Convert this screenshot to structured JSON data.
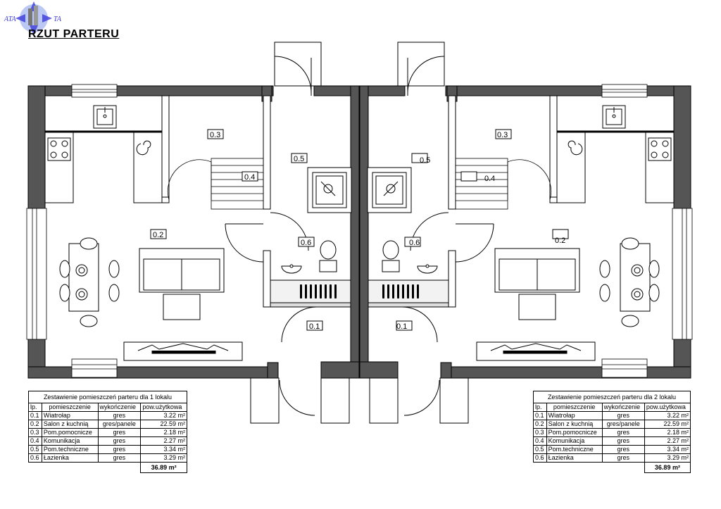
{
  "title": "RZUT PARTERU",
  "logo": {
    "left_text": "ATA",
    "right_text": "TA"
  },
  "room_labels": [
    "0.1",
    "0.2",
    "0.3",
    "0.4",
    "0.5",
    "0.6"
  ],
  "table1": {
    "caption": "Zestawienie pomieszczeń parteru dla 1 lokalu",
    "headers": [
      "lp.",
      "pomieszczenie",
      "wykończenie",
      "pow.użytkowa"
    ],
    "rows": [
      {
        "lp": "0.1",
        "name": "Wiatrołap",
        "finish": "gres",
        "area": "3.22 m²"
      },
      {
        "lp": "0.2",
        "name": "Salon z kuchnią",
        "finish": "gres/panele",
        "area": "22.59 m²"
      },
      {
        "lp": "0.3",
        "name": "Pom.pomocnicze",
        "finish": "gres",
        "area": "2.18 m²"
      },
      {
        "lp": "0.4",
        "name": "Komunikacja",
        "finish": "gres",
        "area": "2.27 m²"
      },
      {
        "lp": "0.5",
        "name": "Pom.techniczne",
        "finish": "gres",
        "area": "3.34 m²"
      },
      {
        "lp": "0.6",
        "name": "Łazienka",
        "finish": "gres",
        "area": "3.29 m²"
      }
    ],
    "total": "36.89 m²"
  },
  "table2": {
    "caption": "Zestawienie pomieszczeń parteru dla 2 lokalu",
    "headers": [
      "lp.",
      "pomieszczenie",
      "wykończenie",
      "pow.użytkowa"
    ],
    "rows": [
      {
        "lp": "0.1",
        "name": "Wiatrołap",
        "finish": "gres",
        "area": "3.22 m²"
      },
      {
        "lp": "0.2",
        "name": "Salon z kuchnią",
        "finish": "gres/panele",
        "area": "22.59 m²"
      },
      {
        "lp": "0.3",
        "name": "Pom.pomocnicze",
        "finish": "gres",
        "area": "2.18 m²"
      },
      {
        "lp": "0.4",
        "name": "Komunikacja",
        "finish": "gres",
        "area": "2.27 m²"
      },
      {
        "lp": "0.5",
        "name": "Pom.techniczne",
        "finish": "gres",
        "area": "3.34 m²"
      },
      {
        "lp": "0.6",
        "name": "Łazienka",
        "finish": "gres",
        "area": "3.29 m²"
      }
    ],
    "total": "36.89 m²"
  },
  "colors": {
    "wall": "#555555",
    "line": "#000000",
    "logo": "#3b3bd8"
  }
}
